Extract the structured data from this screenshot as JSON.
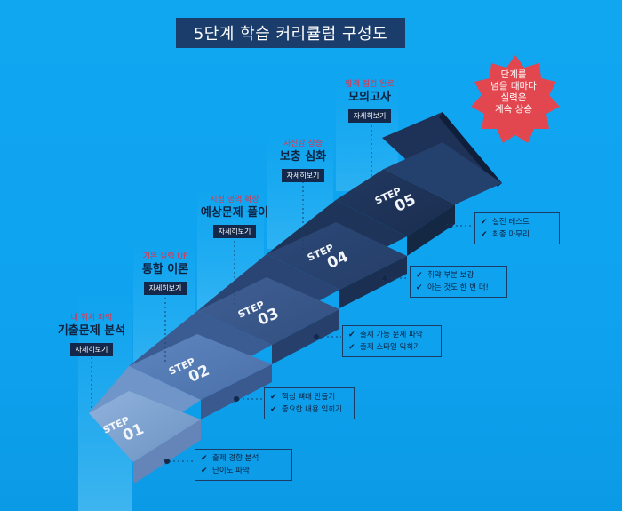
{
  "title": "5단계 학습 커리큘럼 구성도",
  "badge": [
    "단계를",
    "넘을 때마다",
    "실력은",
    "계속 상승"
  ],
  "step_word": "STEP",
  "steps": [
    {
      "num": "01",
      "sub": "내 위치 파악",
      "title": "기출문제 분석",
      "button": "자세히보기",
      "items": [
        "출제 경향 분석",
        "난이도 파악"
      ]
    },
    {
      "num": "02",
      "sub": "기본 실력 UP",
      "title": "통합 이론",
      "button": "자세히보기",
      "items": [
        "핵심 뼈대 만들기",
        "중요한 내용 익히기"
      ]
    },
    {
      "num": "03",
      "sub": "시험 영역 확장",
      "title": "예상문제 풀이",
      "button": "자세히보기",
      "items": [
        "출제 가능 문제 파악",
        "출제 스타일 익히기"
      ]
    },
    {
      "num": "04",
      "sub": "자신감 상승",
      "title": "보충 심화",
      "button": "자세히보기",
      "items": [
        "취약 부분 보강",
        "아는 것도 한 번 더!"
      ]
    },
    {
      "num": "05",
      "sub": "합격 점검 완료",
      "title": "모의고사",
      "button": "자세히보기",
      "items": [
        "실전 테스트",
        "최종 마무리"
      ]
    }
  ],
  "colors": {
    "background": "#10a6f0",
    "banner": "#1b3d6b",
    "accent_red": "#e2324a",
    "badge": "#e2474f"
  }
}
